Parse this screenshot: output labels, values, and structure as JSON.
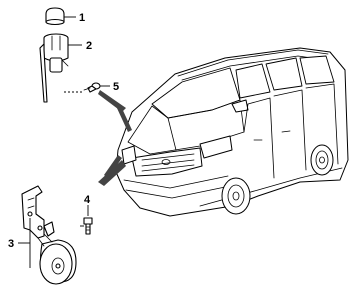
{
  "callouts": [
    {
      "id": "1",
      "label": "1",
      "part": "cap"
    },
    {
      "id": "2",
      "label": "2",
      "part": "bracket-switch"
    },
    {
      "id": "5",
      "label": "5",
      "part": "screw"
    },
    {
      "id": "4",
      "label": "4",
      "part": "bolt"
    },
    {
      "id": "3",
      "label": "3",
      "part": "horn-assembly"
    }
  ],
  "colors": {
    "ink": "#000000",
    "paper": "#ffffff",
    "leader_band": "#444444"
  }
}
